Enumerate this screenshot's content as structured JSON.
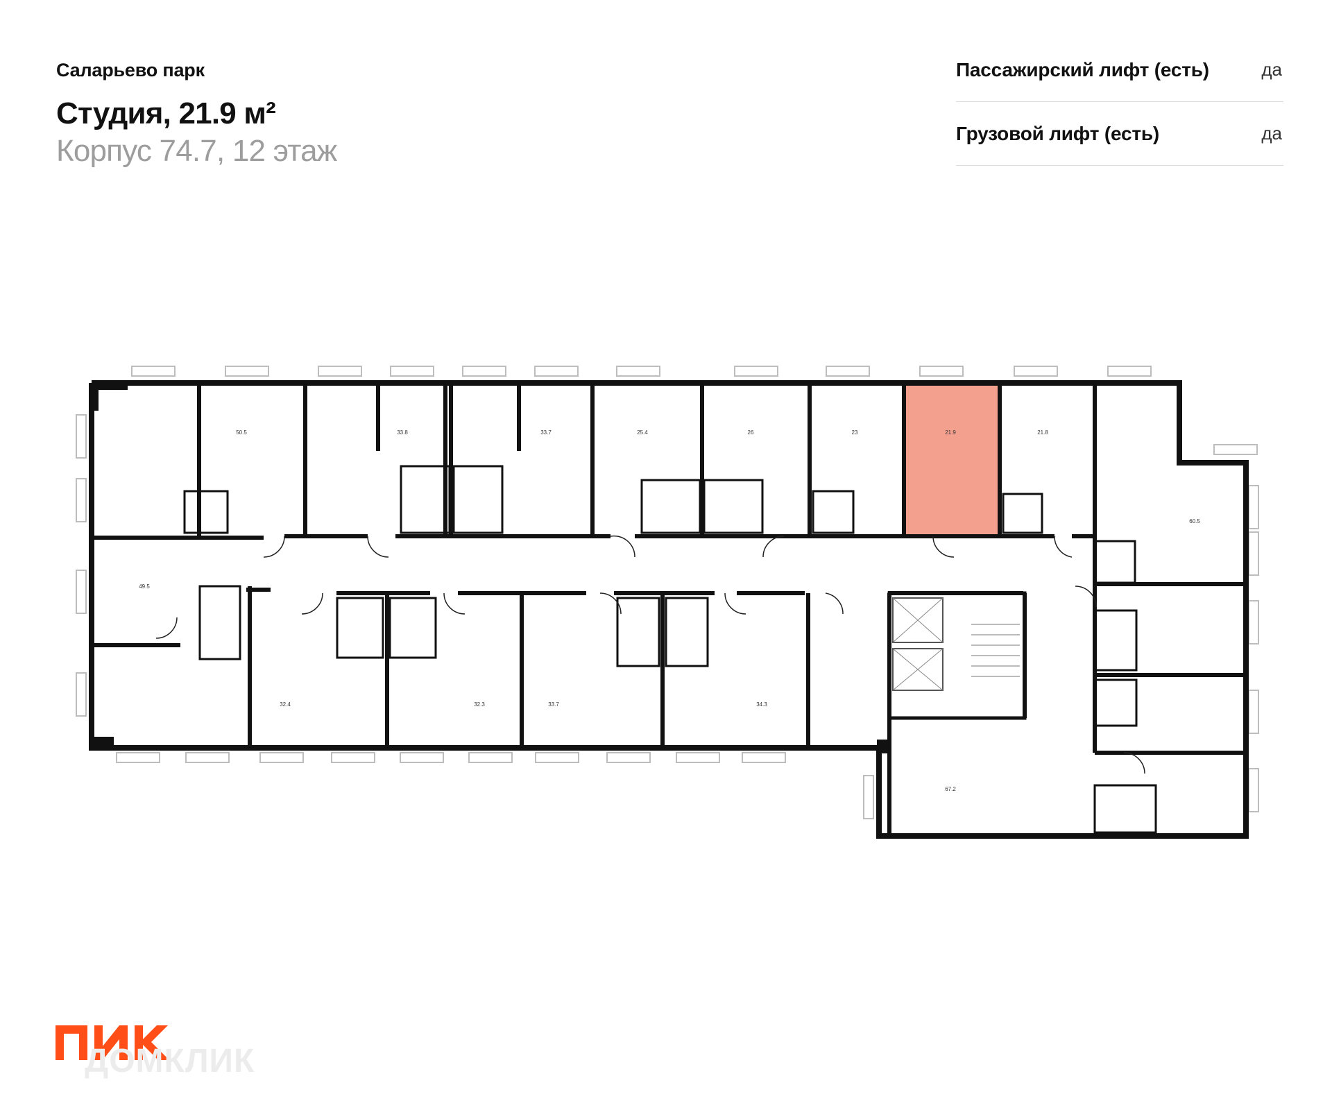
{
  "header": {
    "project": "Саларьево парк",
    "title": "Студия, 21.9 м²",
    "subtitle": "Корпус 74.7, 12 этаж"
  },
  "properties": [
    {
      "label": "Пассажирский лифт (есть)",
      "value": "да"
    },
    {
      "label": "Грузовой лифт (есть)",
      "value": "да"
    }
  ],
  "plan": {
    "highlight_color": "#f4a08f",
    "highlight_border": "#8a2b1c",
    "rooms": [
      {
        "id": "50-5",
        "label": "50.5"
      },
      {
        "id": "33-8",
        "label": "33.8"
      },
      {
        "id": "33-7-top",
        "label": "33.7"
      },
      {
        "id": "25-4",
        "label": "25.4"
      },
      {
        "id": "26",
        "label": "26"
      },
      {
        "id": "23",
        "label": "23"
      },
      {
        "id": "21-9",
        "label": "21.9",
        "highlighted": true
      },
      {
        "id": "21-8",
        "label": "21.8"
      },
      {
        "id": "60-5",
        "label": "60.5"
      },
      {
        "id": "49-5",
        "label": "49.5"
      },
      {
        "id": "32-4",
        "label": "32.4"
      },
      {
        "id": "32-3",
        "label": "32.3"
      },
      {
        "id": "33-7-bottom",
        "label": "33.7"
      },
      {
        "id": "34-3",
        "label": "34.3"
      },
      {
        "id": "67-2",
        "label": "67.2"
      }
    ]
  },
  "logo": {
    "brand": "ПИК",
    "brand_color": "#ff4e17",
    "watermark": "ДОМКЛИК"
  }
}
